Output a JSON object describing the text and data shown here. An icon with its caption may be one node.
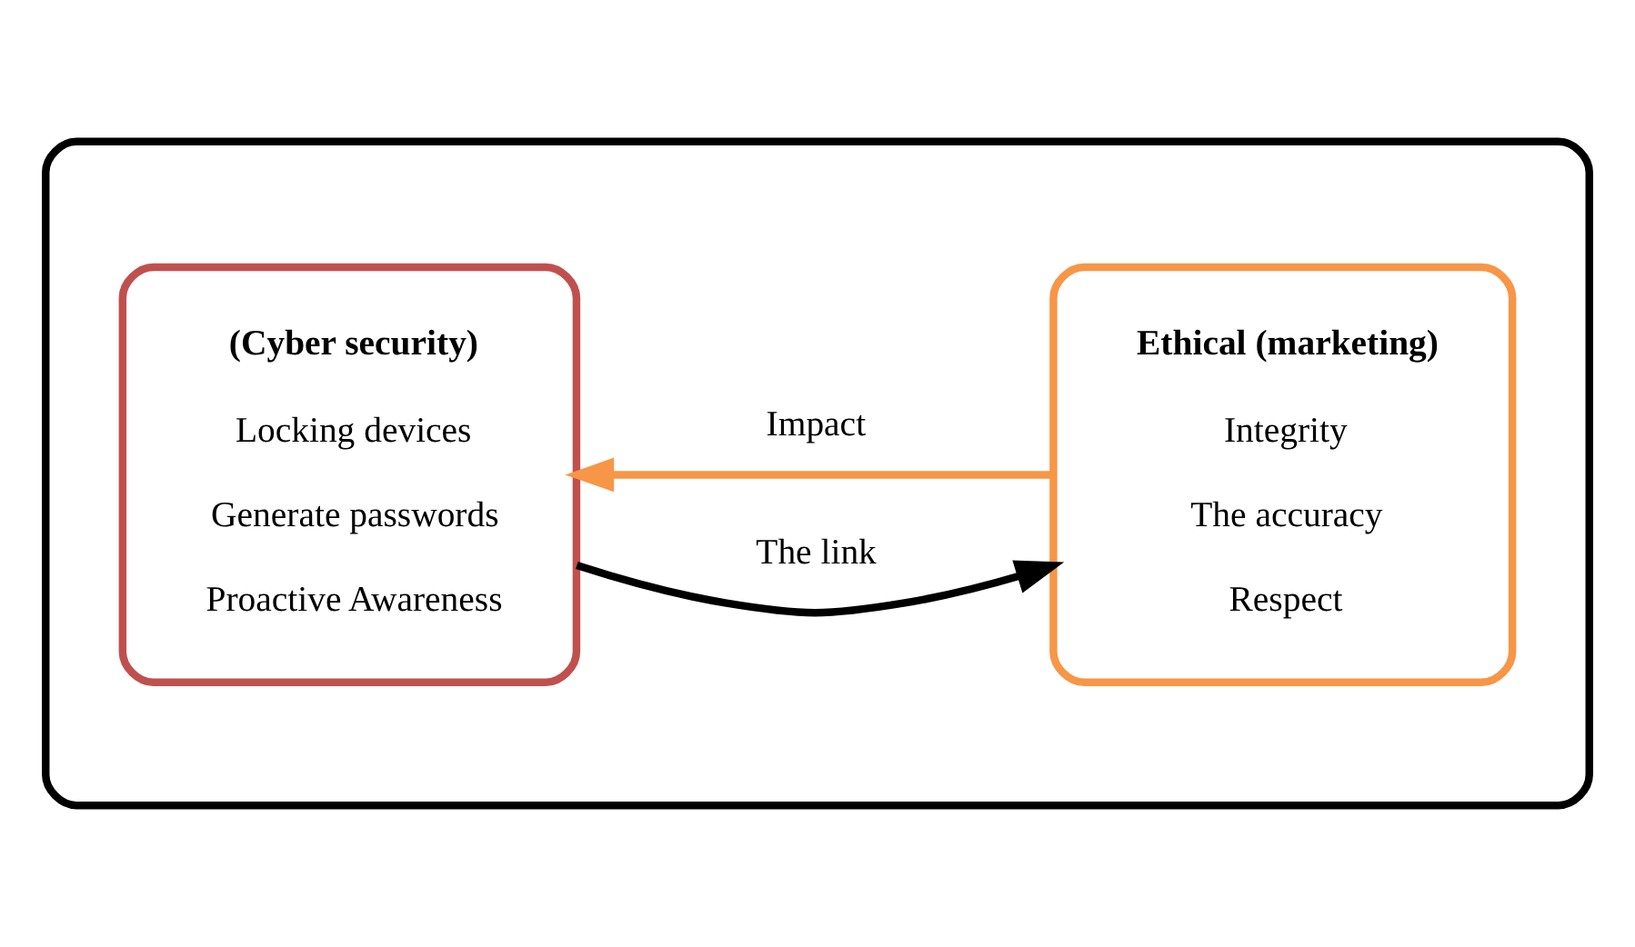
{
  "diagram": {
    "nodes": [
      {
        "text": [],
        "shape": "box"
      },
      {
        "text": [
          "(Cyber security)",
          "Locking devices",
          "Generate passwords",
          "Proactive Awareness"
        ],
        "in": 0
      },
      {
        "text": [
          "Ethical (marketing)",
          "Integrity",
          "The accuracy",
          "Respect"
        ],
        "in": 0
      }
    ],
    "edges": [
      {
        "from": 1,
        "to": 2,
        "arrow": "to",
        "label": "The link",
        "color": "#000000"
      },
      {
        "from": 2,
        "to": 1,
        "arrow": "to",
        "label": "Impact",
        "color": "#f79646"
      }
    ]
  }
}
